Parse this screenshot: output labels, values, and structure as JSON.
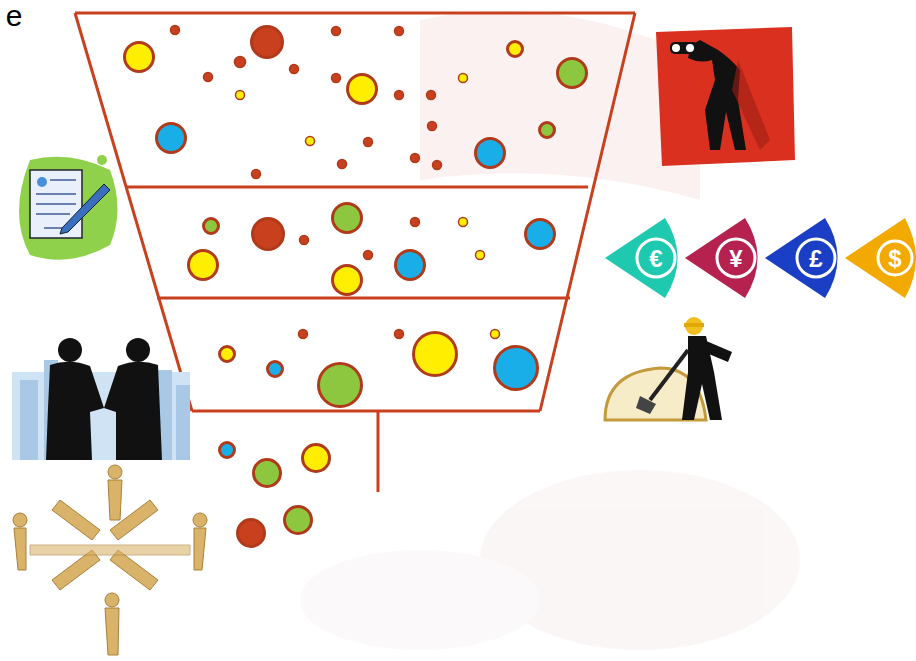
{
  "diagram": {
    "labels": [
      "e",
      "€",
      "¥",
      "£",
      "$"
    ]
  }
}
